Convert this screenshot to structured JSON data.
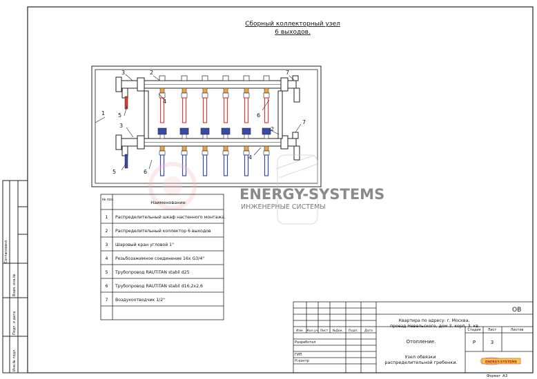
{
  "title": {
    "line1": "Сборный коллекторный узел",
    "line2": "6 выходов."
  },
  "callouts": [
    "1",
    "2",
    "3",
    "4",
    "5",
    "6",
    "7",
    "2",
    "3",
    "4",
    "5",
    "6",
    "7"
  ],
  "spec_table": {
    "header_num": "№ поз.",
    "header_name": "Наименование",
    "rows": [
      {
        "num": "1",
        "name": "Распределительный шкаф настенного монтажа."
      },
      {
        "num": "2",
        "name": "Распределительный коллектор 6 выходов"
      },
      {
        "num": "3",
        "name": "Шаровый кран угловой 1\""
      },
      {
        "num": "4",
        "name": "Резьбозажимное соединение 16х G3/4\""
      },
      {
        "num": "5",
        "name": "Трубопровод RAUTITAN stabil d25"
      },
      {
        "num": "6",
        "name": "Трубопровод RAUTITAN stabil d16,2х2,6"
      },
      {
        "num": "7",
        "name": "Воздухоотводчик 1/2\""
      },
      {
        "num": "",
        "name": ""
      }
    ]
  },
  "watermark": {
    "brand": "ENERGY-SYSTEMS",
    "subtitle": "ИНЖЕНЕРНЫЕ СИСТЕМЫ"
  },
  "left_strip": {
    "soglasovano": "Согласовано",
    "vzam_inv": "Взам. инв.№",
    "podp_data": "Подп. и дата",
    "inv_podl": "Инв.№ подл."
  },
  "title_block": {
    "code": "ОВ",
    "address": "Квартира по адресу: г. Москва, проезд Невельского, дом 3, корп. 3, кв.",
    "col_headers": [
      "Изм.",
      "Кол.уч",
      "Лист",
      "№Док.",
      "Подп.",
      "Дата"
    ],
    "role_developer": "Разработал",
    "role_gip": "ГИП",
    "role_nkontr": "Н.контр",
    "section": "Отопление.",
    "stage_header": "Стадия",
    "sheet_header": "Лист",
    "sheets_header": "Листов",
    "stage_value": "Р",
    "sheet_value": "3",
    "drawing_title": "Узел обвязки распределительной гребенки.",
    "format_label": "Формат",
    "format_value": "А3",
    "logo_text": "ENERGY-SYSTEMS"
  },
  "colors": {
    "hot": "#e53935",
    "cold": "#3949ab",
    "fitting": "#e8a64a",
    "line": "#222222"
  }
}
